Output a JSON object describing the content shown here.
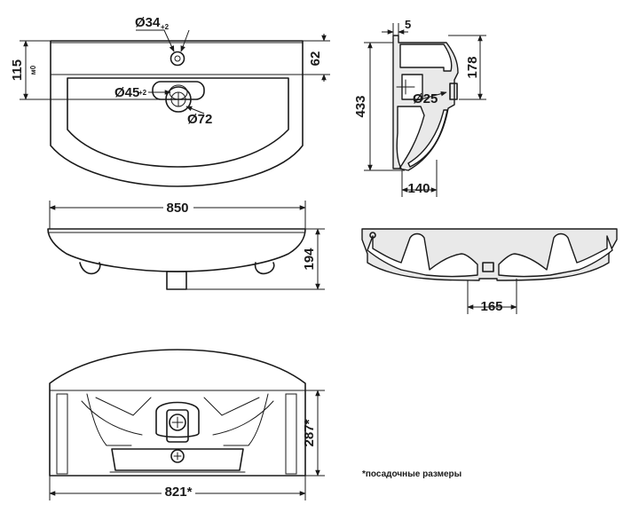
{
  "drawing": {
    "top_view": {
      "faucet_hole_label": "Ø34",
      "faucet_hole_tol": "+2",
      "overflow_label": "Ø45",
      "overflow_tol": "+2",
      "drain_label": "Ø72",
      "depth_62": "62",
      "depth_115": "115",
      "depth_115_sub": "м0"
    },
    "side_view": {
      "wall_5": "5",
      "height_178": "178",
      "height_433": "433",
      "hole_25": "Ø25",
      "width_140": "140"
    },
    "front_view": {
      "width_850": "850",
      "height_194": "194"
    },
    "section_view": {
      "width_165": "165"
    },
    "bottom_view": {
      "mount_height": "287*",
      "mount_width": "821*"
    },
    "footnote": "*посадочные размеры"
  }
}
